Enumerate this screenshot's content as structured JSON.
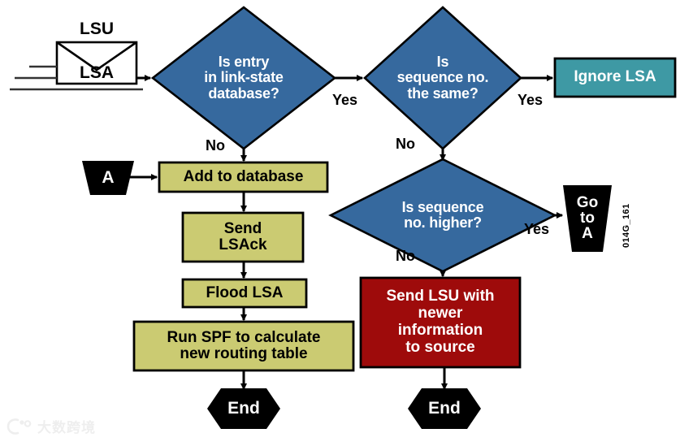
{
  "diagram": {
    "title": "OSPF LSA flooding and database synchronization flowchart",
    "figure_code": "014G_161",
    "colors": {
      "decision_blue": "#36699E",
      "process_khaki": "#CBCB72",
      "ignore_teal": "#3E99A4",
      "send_red": "#9E0B0B",
      "terminator_black": "#000000",
      "outline": "#000000",
      "background": "#FFFFFF"
    },
    "source_icon": {
      "top_label": "LSU",
      "inner_label": "LSA",
      "icon_name": "envelope-icon"
    },
    "decisions": [
      {
        "id": "d1",
        "text": "Is entry\nin link-state\ndatabase?"
      },
      {
        "id": "d2",
        "text": "Is\nsequence no.\nthe same?"
      },
      {
        "id": "d3",
        "text": "Is sequence\nno. higher?"
      }
    ],
    "processes": [
      {
        "id": "p1",
        "text": "Add to database"
      },
      {
        "id": "p2",
        "text": "Send\nLSAck"
      },
      {
        "id": "p3",
        "text": "Flood LSA"
      },
      {
        "id": "p4",
        "text": "Run SPF to calculate\nnew routing table"
      }
    ],
    "ignore_box": {
      "id": "ignore",
      "text": "Ignore LSA"
    },
    "red_box": {
      "id": "redbox",
      "text": "Send LSU with\nnewer\ninformation\nto source"
    },
    "connectors": [
      {
        "id": "conn_a",
        "text": "A"
      },
      {
        "id": "goto_a",
        "text": "Go\nto\nA"
      }
    ],
    "terminators": [
      {
        "id": "end_left",
        "text": "End"
      },
      {
        "id": "end_right",
        "text": "End"
      }
    ],
    "branch_labels": [
      {
        "id": "d1_yes",
        "text": "Yes"
      },
      {
        "id": "d1_no",
        "text": "No"
      },
      {
        "id": "d2_yes",
        "text": "Yes"
      },
      {
        "id": "d2_no",
        "text": "No"
      },
      {
        "id": "d3_yes",
        "text": "Yes"
      },
      {
        "id": "d3_no",
        "text": "No"
      }
    ],
    "watermark": {
      "text": "大数跨境"
    }
  }
}
